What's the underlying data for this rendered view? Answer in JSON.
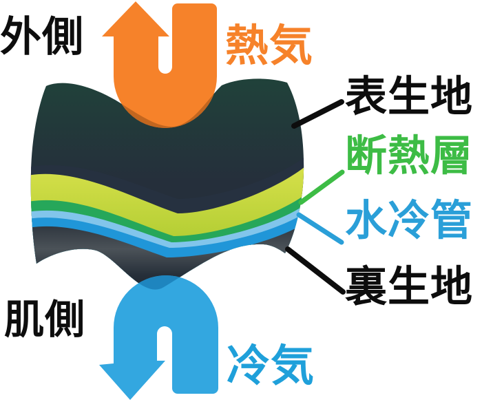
{
  "diagram_title": "cooling-garment-fabric-cross-section",
  "labels": {
    "outer_side": "外側",
    "hot_air": "熱気",
    "outer_fabric": "表生地",
    "insulation_layer": "断熱層",
    "water_cooling_pipe": "水冷管",
    "back_fabric": "裏生地",
    "skin_side": "肌側",
    "cool_air": "冷気"
  },
  "colors": {
    "black": "#0d0d0d",
    "hot_air_orange": "#f6822a",
    "hot_air_orange_shaded": "#c2661f",
    "cool_air_blue": "#33a7e0",
    "cool_air_blue_shaded": "#1e85bf",
    "cool_air_text_blue": "#1fa0da",
    "insulation_green": "#3dbc45",
    "water_blue": "#2a9fd8",
    "fabric_dark_teal": "#22403a",
    "fabric_navy_band": "#263140",
    "insulation_yellow_green": "#c5d53c",
    "insulation_deep_green": "#26a75a",
    "pipe_light_blue": "#82c5eb",
    "pipe_blue": "#2096d8",
    "back_fabric_gray": "#474e55"
  }
}
